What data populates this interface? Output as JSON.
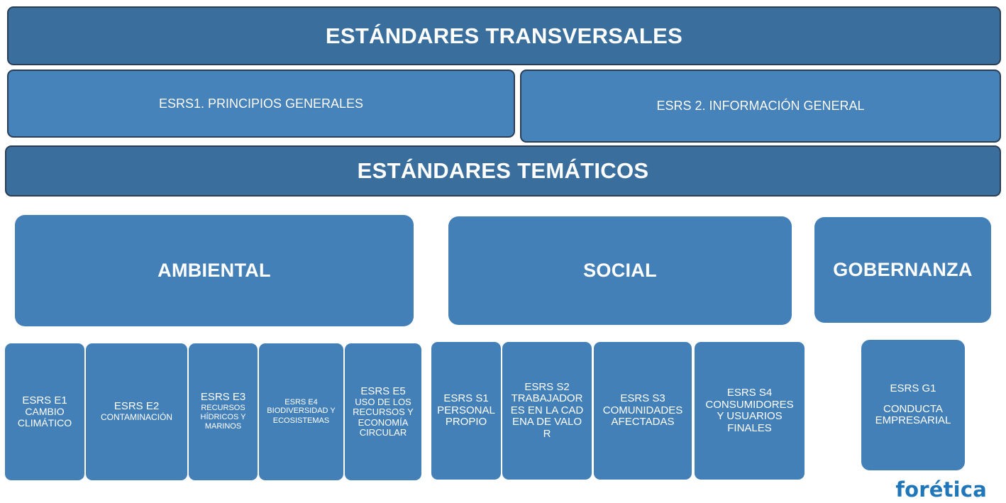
{
  "header": {
    "transversal_title": "ESTÁNDARES TRANSVERSALES",
    "esrs1_label": "ESRS1. PRINCIPIOS GENERALES",
    "esrs2_label": "ESRS 2. INFORMACIÓN GENERAL",
    "thematic_title": "ESTÁNDARES TEMÁTICOS"
  },
  "categories": {
    "ambiental": "AMBIENTAL",
    "social": "SOCIAL",
    "gobernanza": "GOBERNANZA"
  },
  "standards": {
    "e1": {
      "code": "ESRS E1",
      "desc": "CAMBIO CLIMÁTICO"
    },
    "e2": {
      "code": "ESRS E2",
      "desc": "CONTAMINACIÓN"
    },
    "e3": {
      "code": "ESRS E3",
      "desc": "RECURSOS HÍDRICOS Y MARINOS"
    },
    "e4": {
      "code": "ESRS E4",
      "desc": "BIODIVERSIDAD Y ECOSISTEMAS"
    },
    "e5": {
      "code": "ESRS E5",
      "desc": "USO DE LOS RECURSOS Y ECONOMÍA CIRCULAR"
    },
    "s1": {
      "code": "ESRS S1",
      "desc": "PERSONAL PROPIO"
    },
    "s2": {
      "code": "ESRS S2",
      "desc": "TRABAJADORES EN LA CADENA DE VALOR"
    },
    "s3": {
      "code": "ESRS S3",
      "desc": "COMUNIDADES AFECTADAS"
    },
    "s4": {
      "code": "ESRS S4",
      "desc": "CONSUMIDORES Y USUARIOS FINALES"
    },
    "g1": {
      "code": "ESRS G1",
      "desc": "CONDUCTA EMPRESARIAL"
    }
  },
  "logo": {
    "text": "forética"
  },
  "colors": {
    "bar_dark": "#3a6e9d",
    "box_blue": "#4480b8",
    "border": "#2b3e55",
    "logo": "#1f76b9"
  }
}
